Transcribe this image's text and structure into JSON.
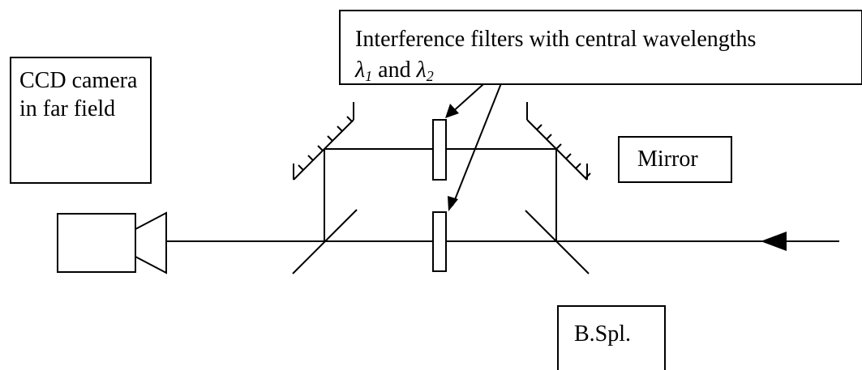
{
  "labels": {
    "ccd_camera": "CCD camera in far field",
    "filters_line1": "Interference filters with central wavelengths",
    "lambda": "λ",
    "lambda1_sub": "1",
    "and_text": " and ",
    "lambda2_sub": "2",
    "mirror": "Mirror",
    "beam_splitter": "B.Spl."
  }
}
